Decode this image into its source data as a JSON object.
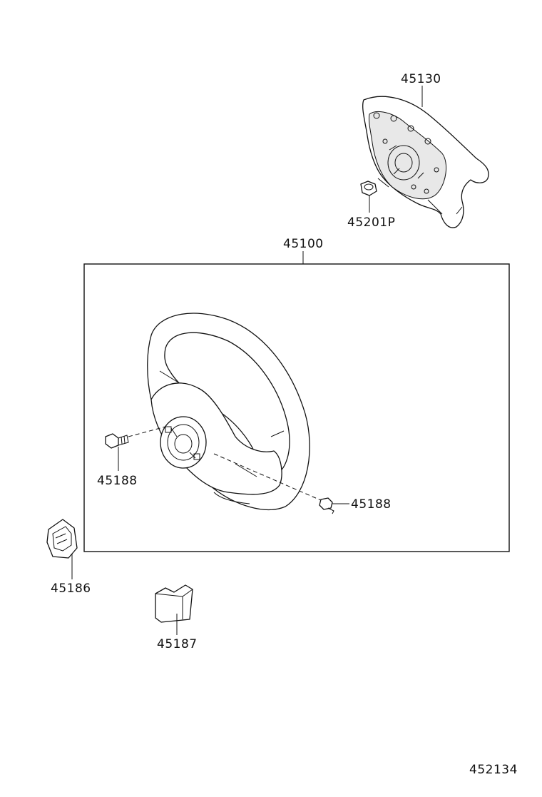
{
  "parts": {
    "airbag": "45130",
    "nut": "45201P",
    "wheel_assy": "45100",
    "bolt_left": "45188",
    "bolt_right": "45188",
    "cover_left": "45186",
    "cover_lower": "45187"
  },
  "diagram_code": "452134"
}
